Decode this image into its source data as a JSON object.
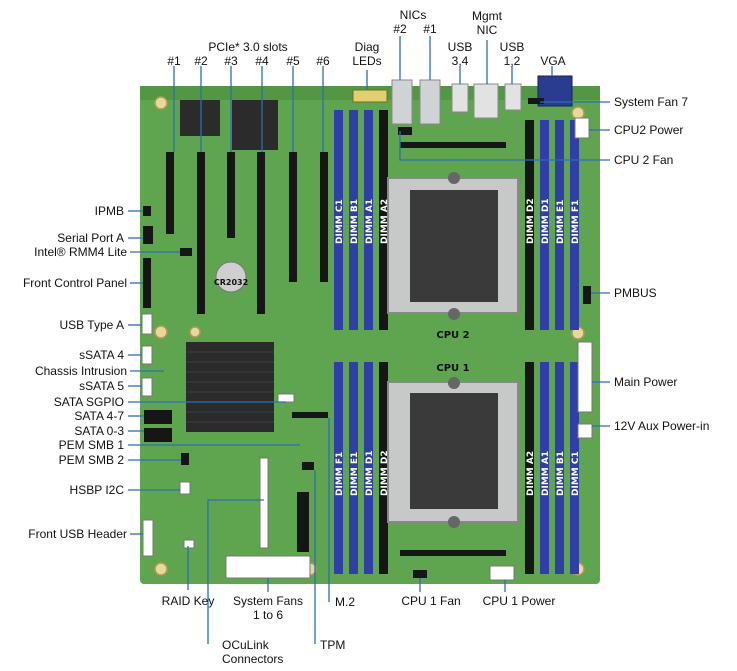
{
  "colors": {
    "board": "#5fa44f",
    "board_dark": "#4d8a40",
    "dimm_blue": "#2f3ea8",
    "slot_black": "#161616",
    "callout_line": "#2a6fb5",
    "heatsink": "#2b2b2b"
  },
  "top_labels": {
    "pcie_title": "PCIe* 3.0 slots",
    "pcie_slots": [
      "#1",
      "#2",
      "#3",
      "#4",
      "#5",
      "#6"
    ],
    "diag": "Diag\nLEDs",
    "nics": "NICs",
    "nic_numbers": [
      "#2",
      "#1"
    ],
    "usb34": "USB\n3,4",
    "mgmt_nic": "Mgmt\nNIC",
    "usb12": "USB\n1,2",
    "vga": "VGA"
  },
  "left_labels": {
    "ipmb": "IPMB",
    "serial_a": "Serial Port A",
    "rmm4": "Intel® RMM4 Lite",
    "front_panel": "Front Control Panel",
    "usb_type_a": "USB Type A",
    "ssata4": "sSATA 4",
    "chassis_intrusion": "Chassis Intrusion",
    "ssata5": "sSATA 5",
    "sata_sgpio": "SATA SGPIO",
    "sata47": "SATA 4-7",
    "sata03": "SATA 0-3",
    "pem1": "PEM SMB 1",
    "pem2": "PEM SMB 2",
    "hsbp": "HSBP I2C",
    "front_usb": "Front USB Header"
  },
  "right_labels": {
    "fan7": "System Fan 7",
    "cpu2_power": "CPU2 Power",
    "cpu2_fan": "CPU 2 Fan",
    "pmbus": "PMBUS",
    "main_power": "Main Power",
    "aux_power": "12V Aux Power-in"
  },
  "bottom_labels": {
    "raid_key": "RAID Key",
    "system_fans": "System Fans\n1 to 6",
    "m2": "M.2",
    "cpu1_fan": "CPU 1 Fan",
    "cpu1_power": "CPU 1 Power",
    "tpm": "TPM",
    "oculink": "OCuLink\nConnectors"
  },
  "board_text": {
    "cpu1": "CPU 1",
    "cpu2": "CPU 2",
    "battery": "CR2032",
    "dimm_cpu2_left": [
      "DIMM C1",
      "DIMM B1",
      "DIMM A1",
      "DIMM A2"
    ],
    "dimm_cpu2_right": [
      "DIMM D2",
      "DIMM D1",
      "DIMM E1",
      "DIMM F1"
    ],
    "dimm_cpu1_left": [
      "DIMM F1",
      "DIMM E1",
      "DIMM D1",
      "DIMM D2"
    ],
    "dimm_cpu1_right": [
      "DIMM A2",
      "DIMM A1",
      "DIMM B1",
      "DIMM C1"
    ]
  }
}
